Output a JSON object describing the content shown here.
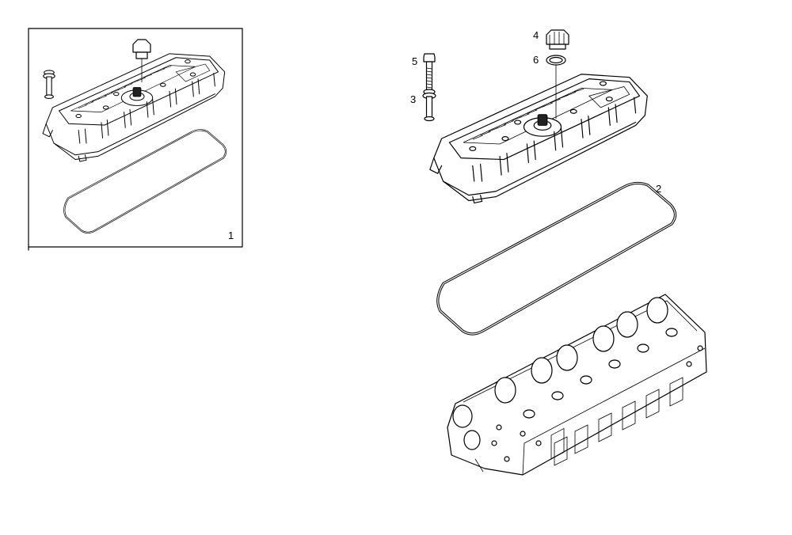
{
  "callouts": {
    "kit": "1",
    "gasket": "2",
    "screw": "3",
    "cap": "4",
    "bolt": "5",
    "seal_ring": "6"
  }
}
